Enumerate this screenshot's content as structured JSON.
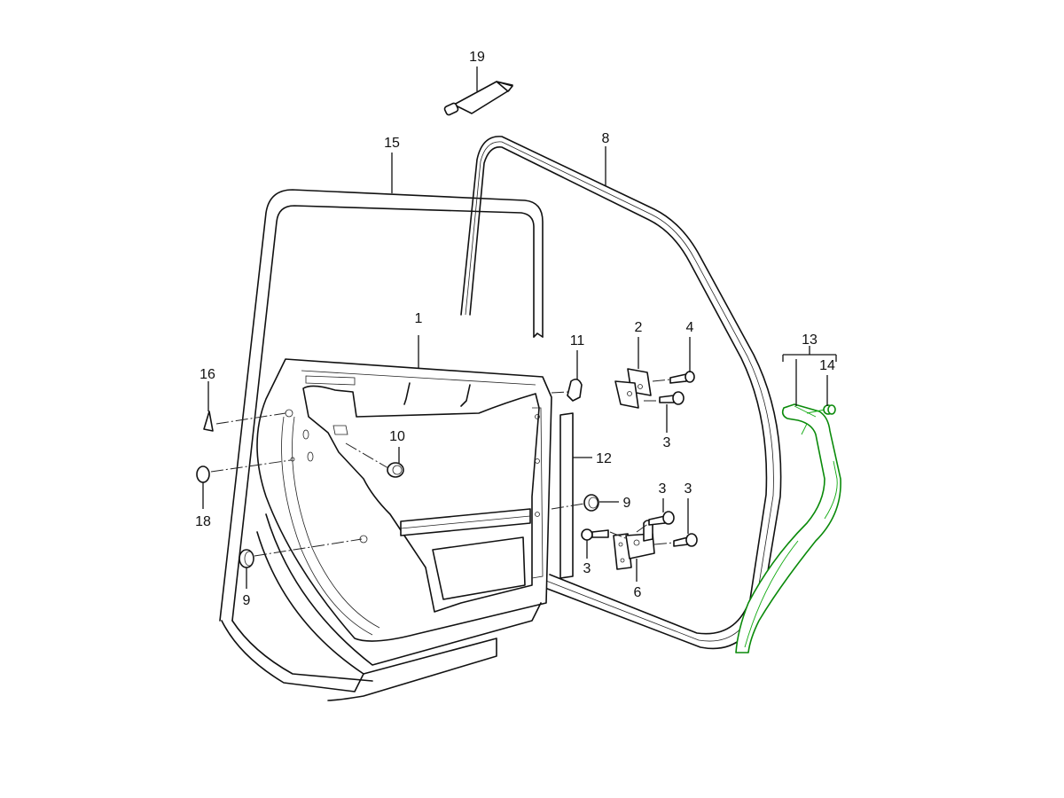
{
  "diagram": {
    "title": "Rear door exploded parts diagram",
    "highlight_color": "#0a8a0a",
    "line_color": "#111111",
    "highlighted_part": "13",
    "callouts": [
      {
        "id": "c1",
        "label": "1",
        "part": "door-shell"
      },
      {
        "id": "c2",
        "label": "2",
        "part": "upper-hinge"
      },
      {
        "id": "c3a",
        "label": "3",
        "part": "hinge-bolt-upper"
      },
      {
        "id": "c3b",
        "label": "3",
        "part": "hinge-bolt-lower-left"
      },
      {
        "id": "c3c",
        "label": "3",
        "part": "hinge-bolt-lower-mid"
      },
      {
        "id": "c3d",
        "label": "3",
        "part": "hinge-bolt-lower-right"
      },
      {
        "id": "c4",
        "label": "4",
        "part": "upper-hinge-bolt"
      },
      {
        "id": "c6",
        "label": "6",
        "part": "lower-hinge"
      },
      {
        "id": "c8",
        "label": "8",
        "part": "body-door-seal"
      },
      {
        "id": "c9a",
        "label": "9",
        "part": "plug-right"
      },
      {
        "id": "c9b",
        "label": "9",
        "part": "plug-left"
      },
      {
        "id": "c10",
        "label": "10",
        "part": "plug-inner"
      },
      {
        "id": "c11",
        "label": "11",
        "part": "cap"
      },
      {
        "id": "c12",
        "label": "12",
        "part": "b-pillar-seal"
      },
      {
        "id": "c13",
        "label": "13",
        "part": "wheel-arch-trim"
      },
      {
        "id": "c14",
        "label": "14",
        "part": "trim-clip"
      },
      {
        "id": "c15",
        "label": "15",
        "part": "window-frame-seal"
      },
      {
        "id": "c16",
        "label": "16",
        "part": "triangle-cover"
      },
      {
        "id": "c18",
        "label": "18",
        "part": "small-plug"
      },
      {
        "id": "c19",
        "label": "19",
        "part": "adhesive-tube"
      }
    ]
  }
}
